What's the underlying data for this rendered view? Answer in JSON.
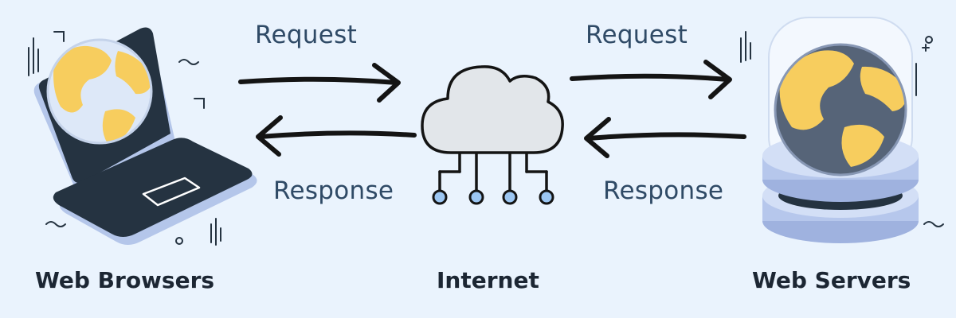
{
  "nodes": {
    "browsers": "Web Browsers",
    "internet": "Internet",
    "servers": "Web Servers"
  },
  "arrows": {
    "left_request": "Request",
    "left_response": "Response",
    "right_request": "Request",
    "right_response": "Response"
  },
  "colors": {
    "background": "#eaf3fd",
    "text_dark": "#1c2633",
    "arrow_label": "#2f4a66",
    "globe_land": "#f7cd5e",
    "globe_water_light": "#dde8f8",
    "globe_water_dark": "#566478",
    "device_dark": "#253341",
    "cloud_fill": "#e2e6ea",
    "node_dot": "#9cc6f2",
    "server_disk": "#b6c7ec"
  },
  "icons": [
    "laptop-globe-icon",
    "cloud-network-icon",
    "server-globe-icon"
  ]
}
